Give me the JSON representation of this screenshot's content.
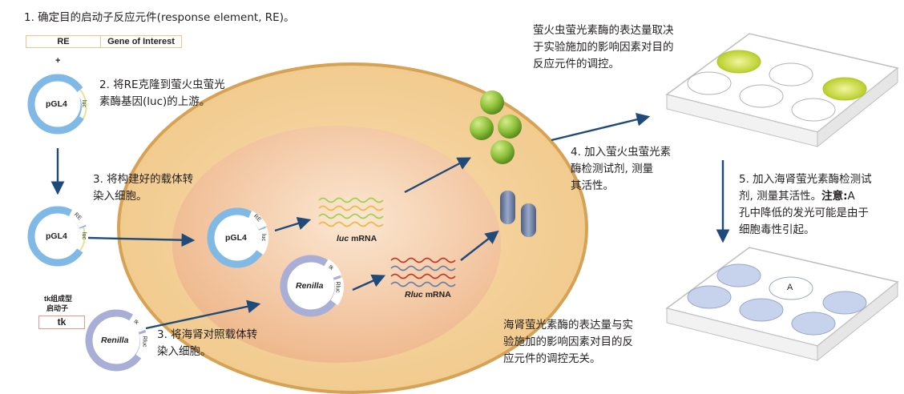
{
  "steps": {
    "step1": "1. 确定目的启动子反应元件(response element, RE)。",
    "step2": "2. 将RE克隆到萤火虫萤光\n素酶基因(luc)的上游。",
    "step3a": "3. 将构建好的载体转\n染入细胞。",
    "step3b": "3. 将海肾对照载体转\n染入细胞。",
    "step4": "4. 加入萤火虫萤光素\n酶检测试剂, 测量\n其活性。",
    "step5_prefix": "5. 加入海肾萤光素酶检测试\n剂, 测量其活性。",
    "step5_bold": "注意:",
    "step5_suffix": "A\n孔中降低的发光可能是由于\n细胞毒性引起。"
  },
  "notes": {
    "firefly_note": "萤火虫萤光素酶的表达量取决\n于实验施加的影响因素对目的\n反应元件的调控。",
    "renilla_note": "海肾萤光素酶的表达量与实\n验施加的影响因素对目的反\n应元件的调控无关。"
  },
  "labels": {
    "re_box": "RE",
    "goi_box": "Gene of Interest",
    "plus": "+",
    "tk_promoter_line1": "tk组成型",
    "tk_promoter_line2": "启动子",
    "tk_box": "tk",
    "pgl4": "pGL4",
    "renilla": "Renilla",
    "luc": "luc",
    "re_seg": "RE",
    "rluc": "Rluc",
    "tk_seg": "tk",
    "luc_mrna_italic": "luc",
    "rluc_mrna_italic": "Rluc",
    "mrna": "mRNA",
    "well_a": "A"
  },
  "colors": {
    "cell_outer": "#f5d29b",
    "cell_outer_stroke": "#d9a55c",
    "nucleus": "#f4c79c",
    "pgl4_ring": "#7fb8e6",
    "renilla_ring": "#a7add3",
    "firefly_green": "#8fc23e",
    "renilla_protein": "#6d7ea3",
    "arrow": "#1f4a7a",
    "well_glow": "#d6e24a"
  }
}
